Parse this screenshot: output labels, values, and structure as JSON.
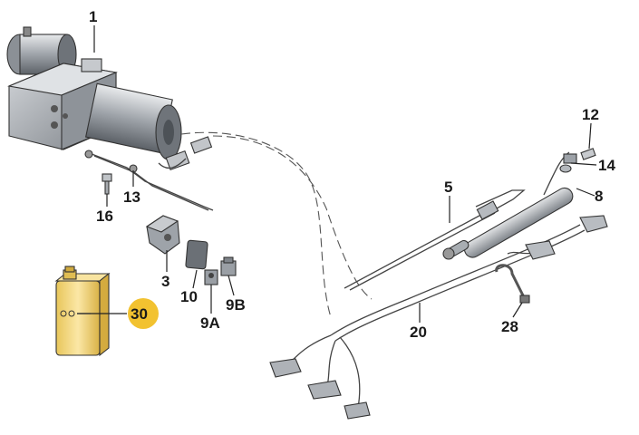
{
  "callouts": {
    "c1": "1",
    "c3": "3",
    "c5": "5",
    "c8": "8",
    "c9a": "9A",
    "c9b": "9B",
    "c10": "10",
    "c12": "12",
    "c13": "13",
    "c14": "14",
    "c16": "16",
    "c20": "20",
    "c28": "28",
    "c30": "30"
  },
  "colors": {
    "highlight": "#f2c230",
    "bottle": "#f5d98a",
    "metal": "#b9bec4",
    "background": "#ffffff"
  }
}
